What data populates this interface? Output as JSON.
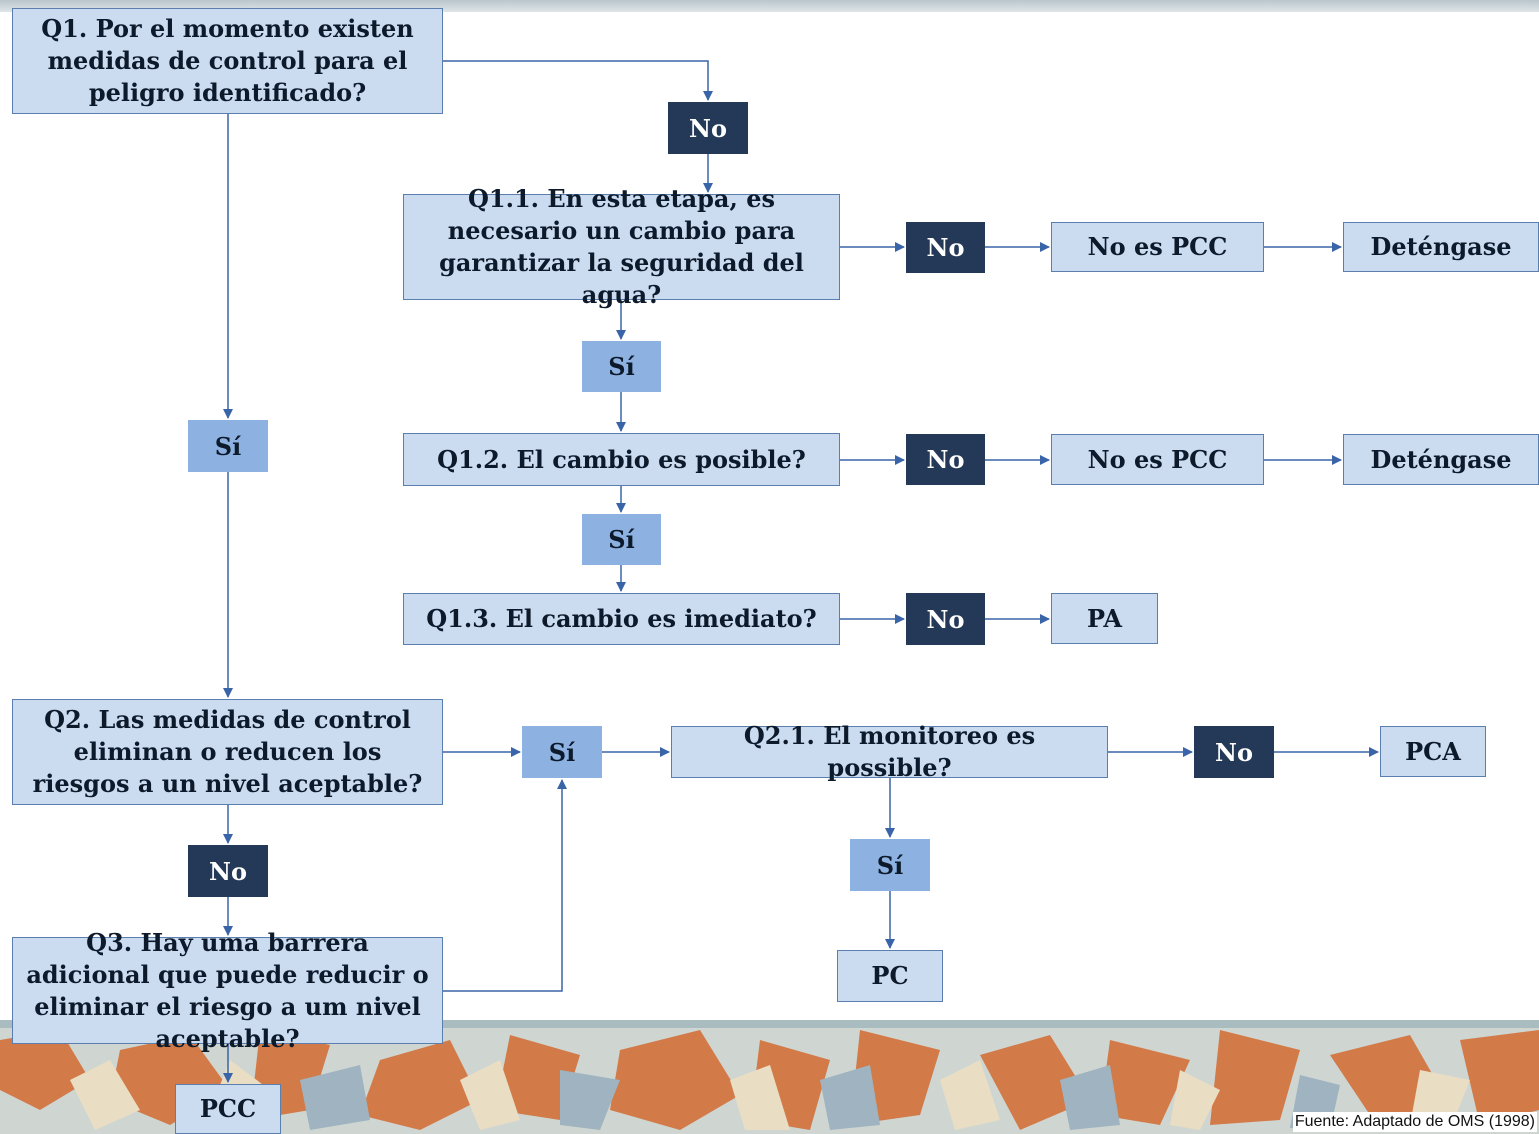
{
  "colors": {
    "question_box": "#ccdcf0",
    "question_border": "#5a7fae",
    "no_box": "#243957",
    "si_box": "#8db2e2",
    "connector": "#3a64a8"
  },
  "q1": "Q1. Por el momento existen medidas de control para el peligro identificado?",
  "q1_1": "Q1.1. En esta etapa, es necesario un cambio para garantizar la seguridad del agua?",
  "q1_2": "Q1.2. El cambio es posible?",
  "q1_3": "Q1.3. El cambio es imediato?",
  "q2": "Q2. Las medidas de control eliminan o reducen los riesgos a un nivel aceptable?",
  "q2_1": "Q2.1. El monitoreo es possible?",
  "q3": "Q3. Hay uma barrera adicional que puede reducir o eliminar el riesgo a um nivel aceptable?",
  "labels": {
    "no": "No",
    "si": "Sí"
  },
  "outcomes": {
    "no_es_pcc": "No es PCC",
    "detengase": "Deténgase",
    "pa": "PA",
    "pca": "PCA",
    "pc": "PC",
    "pcc": "PCC"
  },
  "source": "Fuente: Adaptado de OMS (1998)"
}
